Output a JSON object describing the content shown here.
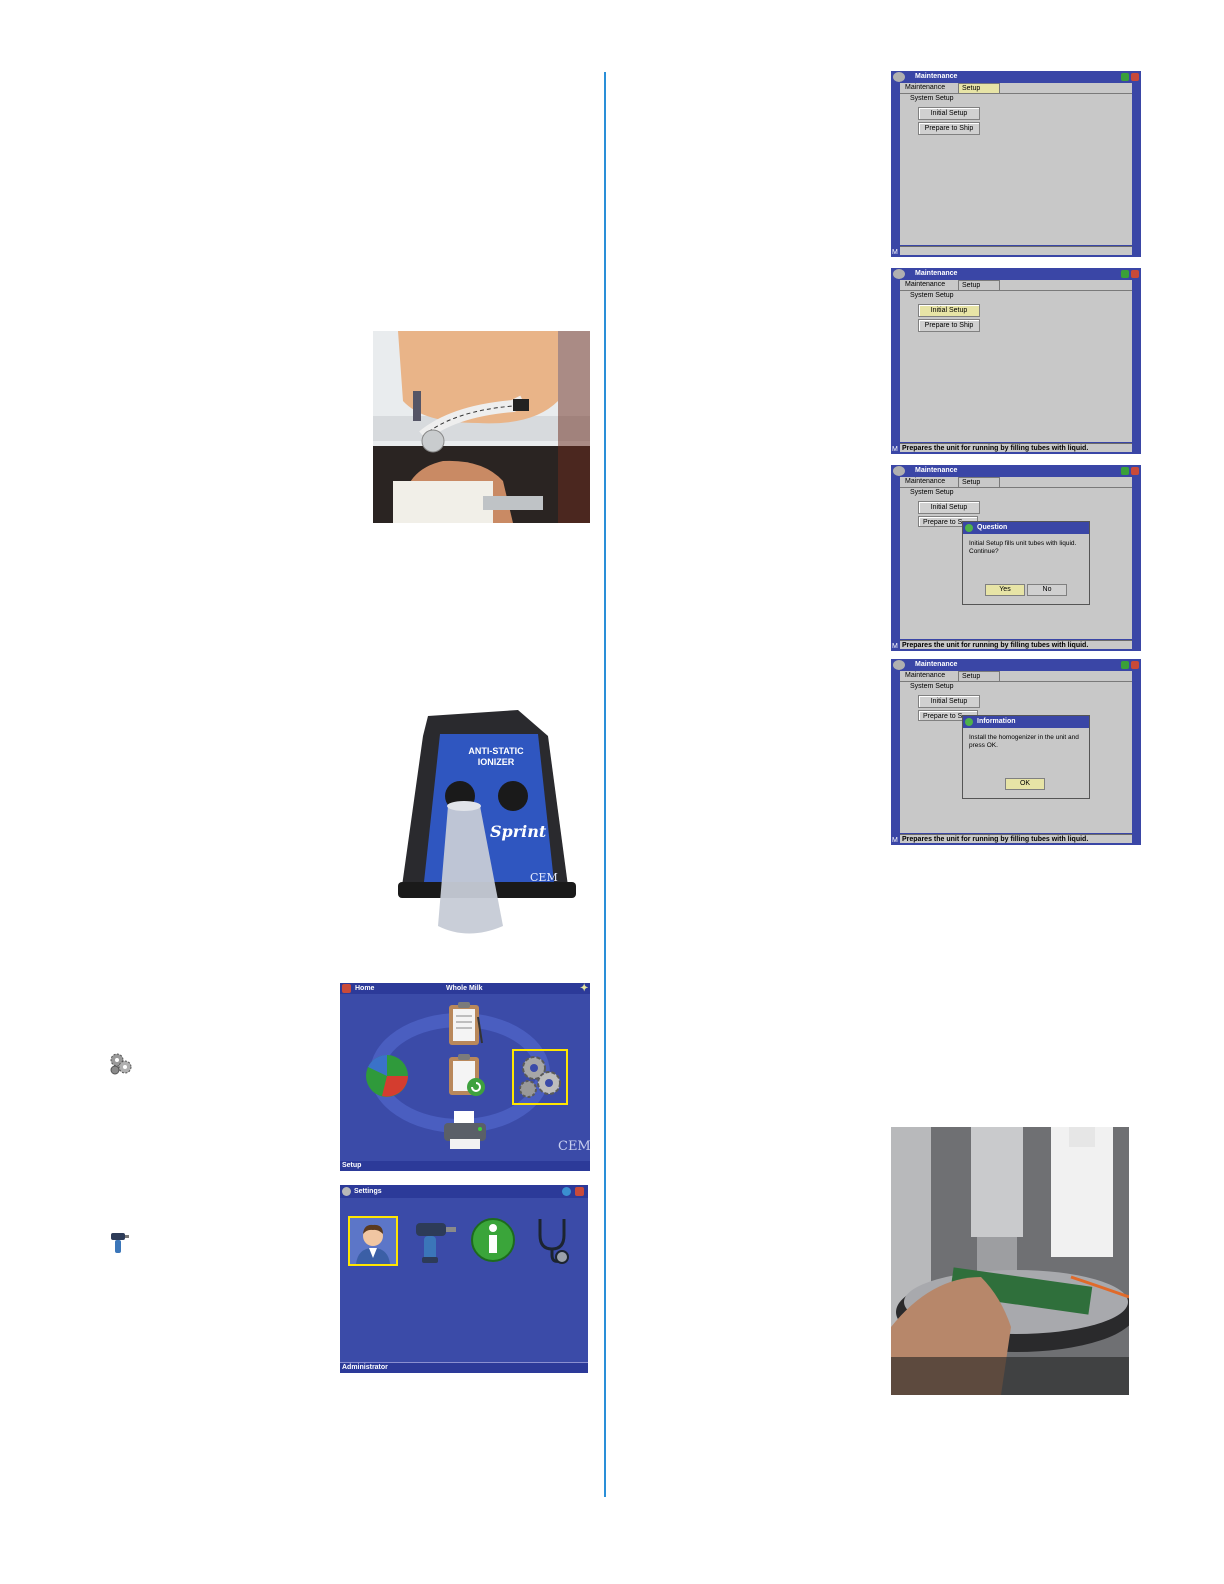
{
  "maintenance_screens": [
    {
      "title": "Maintenance",
      "tab_main": "Maintenance",
      "tab_setup": "Setup",
      "section": "System Setup",
      "button_initial": "Initial Setup",
      "button_ship": "Prepare to Ship",
      "status": ""
    },
    {
      "title": "Maintenance",
      "tab_main": "Maintenance",
      "tab_setup": "Setup",
      "section": "System Setup",
      "button_initial": "Initial Setup",
      "button_ship": "Prepare to Ship",
      "status": "Prepares the unit for running by filling tubes with liquid."
    },
    {
      "title": "Maintenance",
      "tab_main": "Maintenance",
      "tab_setup": "Setup",
      "section": "System Setup",
      "button_initial": "Initial Setup",
      "button_ship": "Prepare to S",
      "status": "Prepares the unit for running by filling tubes with liquid.",
      "dialog": {
        "title": "Question",
        "message": "Initial Setup fills unit tubes with liquid.  Continue?",
        "yes": "Yes",
        "no": "No"
      }
    },
    {
      "title": "Maintenance",
      "tab_main": "Maintenance",
      "tab_setup": "Setup",
      "section": "System Setup",
      "button_initial": "Initial Setup",
      "button_ship": "Prepare to S",
      "status": "Prepares the unit for running by filling tubes with liquid.",
      "dialog": {
        "title": "Information",
        "message": "Install the homogenizer in the unit and press OK.",
        "ok": "OK"
      }
    }
  ],
  "ionizer": {
    "label_line1": "ANTI-STATIC",
    "label_line2": "IONIZER",
    "brand": "Sprint",
    "maker": "CEM"
  },
  "home_screen": {
    "title": "Home",
    "product": "Whole Milk",
    "status": "Setup",
    "brand": "CEM"
  },
  "settings_screen": {
    "title": "Settings",
    "status": "Administrator"
  },
  "icons": {
    "gears": "gears-icon",
    "tool": "drill-icon",
    "info": "info-icon",
    "stethoscope": "stethoscope-icon",
    "user": "user-icon",
    "printer": "printer-icon",
    "clipboard": "clipboard-icon",
    "chart": "pie-chart-icon"
  }
}
